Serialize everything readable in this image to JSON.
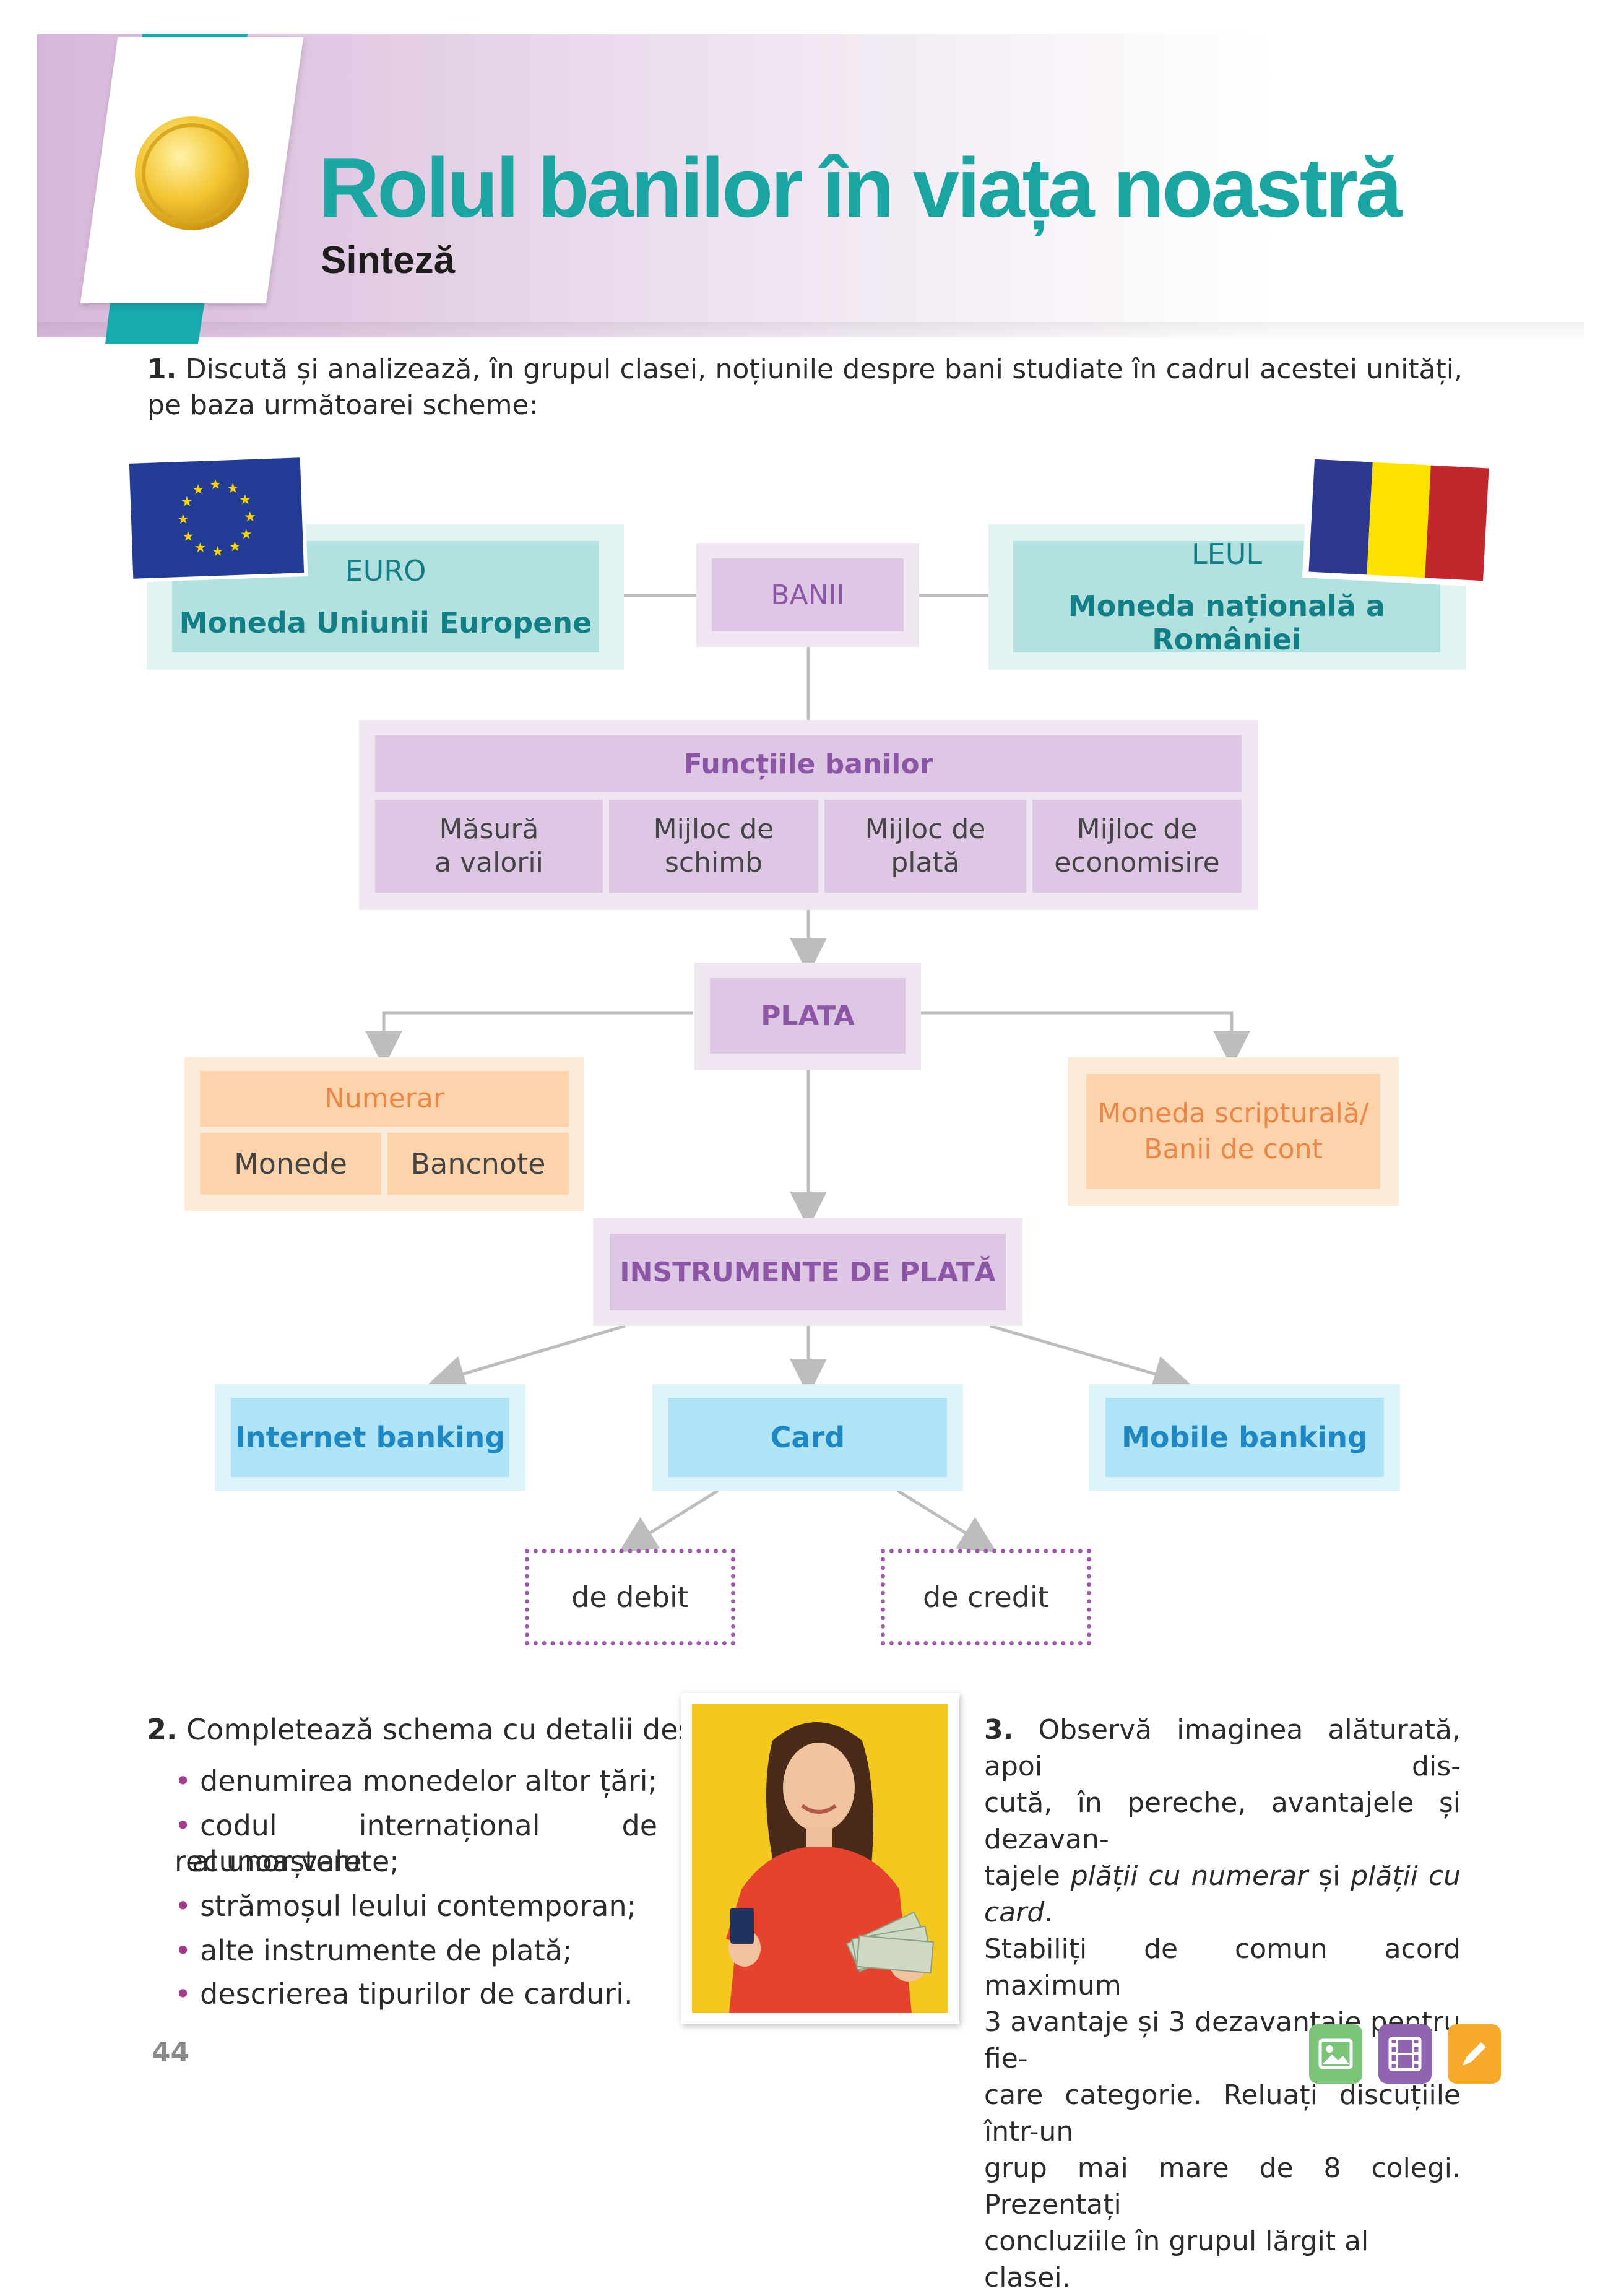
{
  "header": {
    "title": "Rolul banilor în viața noastră",
    "subtitle": "Sinteză"
  },
  "task1": {
    "number": "1.",
    "text": "Discută și analizează, în grupul clasei, noțiunile despre bani studiate în cadrul acestei unități, pe baza următoarei scheme:"
  },
  "scheme": {
    "euro": {
      "title": "EURO",
      "subtitle": "Moneda Uniunii Europene"
    },
    "banii": "BANII",
    "leul": {
      "title": "LEUL",
      "subtitle": "Moneda națională a României"
    },
    "functii": {
      "title": "Funcțiile banilor",
      "items": [
        {
          "line1": "Măsură",
          "line2": "a valorii"
        },
        {
          "line1": "Mijloc de",
          "line2": "schimb"
        },
        {
          "line1": "Mijloc de",
          "line2": "plată"
        },
        {
          "line1": "Mijloc de",
          "line2": "economisire"
        }
      ]
    },
    "plata": "PLATA",
    "numerar": {
      "title": "Numerar",
      "left": "Monede",
      "right": "Bancnote"
    },
    "moneda_scripturala": {
      "line1": "Moneda scripturală/",
      "line2": "Banii de cont"
    },
    "instrumente": "INSTRUMENTE DE PLATĂ",
    "internet_banking": "Internet banking",
    "card": "Card",
    "mobile_banking": "Mobile banking",
    "debit": "de debit",
    "credit": "de credit"
  },
  "task2": {
    "number": "2.",
    "intro": "Completează schema cu detalii despre:",
    "items": [
      "denumirea monedelor altor țări;",
      "codul internațional de recunoaștere",
      "al unor valute;",
      "strămoșul leului contemporan;",
      "alte instrumente de plată;",
      "descrierea tipurilor de carduri."
    ]
  },
  "task3": {
    "number": "3.",
    "lines": [
      "Observă imaginea alăturată, apoi dis-",
      "cută, în pereche, avantajele și dezavan-",
      "tajele ",
      "plății cu numerar",
      " și ",
      "plății cu card",
      ".",
      "Stabiliți de comun acord maximum",
      "3 avantaje și 3 dezavantaje pentru fie-",
      "care categorie. Reluați discuțiile într-un",
      "grup mai mare de 8 colegi. Prezentați",
      "concluziile în grupul lărgit al clasei."
    ]
  },
  "page_number": "44",
  "colors": {
    "teal": "#1aa5a3",
    "teal_box": "#b2e1e0",
    "purple_box": "#ddc7e4",
    "orange_box": "#fdd3ab",
    "blue_box": "#aee4f5",
    "yellow_bg": "#f4c81f"
  },
  "icons": [
    "coin-icon",
    "eu-flag-icon",
    "romania-flag-icon",
    "image-icon",
    "film-icon",
    "pencil-icon"
  ]
}
